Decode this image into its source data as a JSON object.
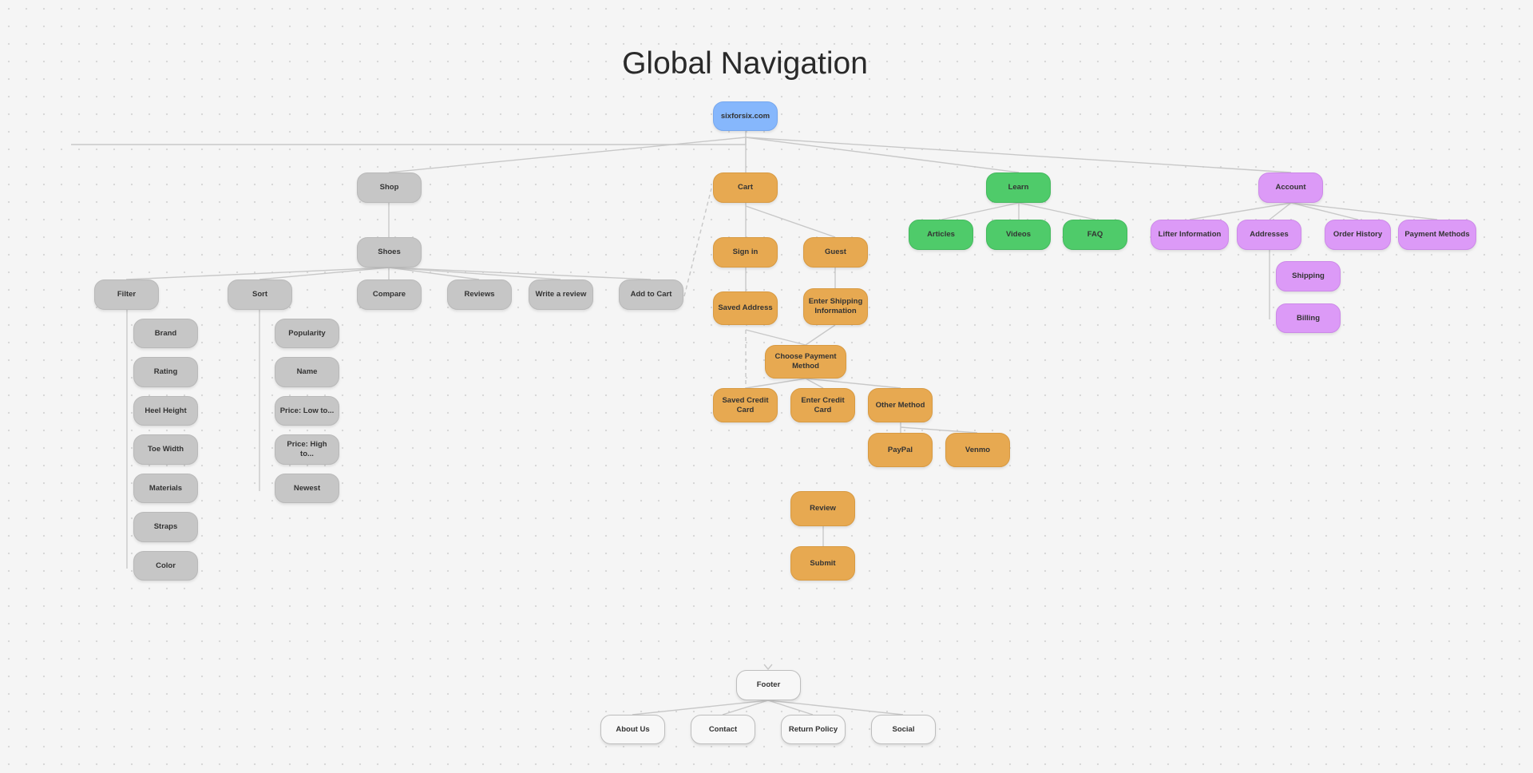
{
  "title": "Global Navigation",
  "colors": {
    "root": "#86b7fc",
    "shop": "#c6c6c6",
    "cart": "#e7a951",
    "learn": "#4fcb6a",
    "account": "#dc9af7",
    "footer": "#f7f7f7"
  },
  "nodes": {
    "root": "sixforsix.com",
    "shop": "Shop",
    "shoes": "Shoes",
    "filter": "Filter",
    "sort": "Sort",
    "compare": "Compare",
    "reviews": "Reviews",
    "write_review": "Write a review",
    "add_to_cart": "Add to Cart",
    "brand": "Brand",
    "rating": "Rating",
    "heel_height": "Heel Height",
    "toe_width": "Toe Width",
    "materials": "Materials",
    "straps": "Straps",
    "color": "Color",
    "popularity": "Popularity",
    "name": "Name",
    "price_low": "Price: Low to...",
    "price_high": "Price: High to...",
    "newest": "Newest",
    "cart": "Cart",
    "sign_in": "Sign in",
    "guest": "Guest",
    "saved_address": "Saved Address",
    "enter_shipping": "Enter Shipping Information",
    "choose_payment": "Choose Payment Method",
    "saved_card": "Saved Credit Card",
    "enter_card": "Enter Credit Card",
    "other_method": "Other Method",
    "paypal": "PayPal",
    "venmo": "Venmo",
    "review": "Review",
    "submit": "Submit",
    "learn": "Learn",
    "articles": "Articles",
    "videos": "Videos",
    "faq": "FAQ",
    "account": "Account",
    "lifter_info": "Lifter Information",
    "addresses": "Addresses",
    "order_history": "Order History",
    "payment_methods": "Payment Methods",
    "shipping": "Shipping",
    "billing": "Billing",
    "footer": "Footer",
    "about_us": "About Us",
    "contact": "Contact",
    "return_policy": "Return Policy",
    "social": "Social"
  }
}
